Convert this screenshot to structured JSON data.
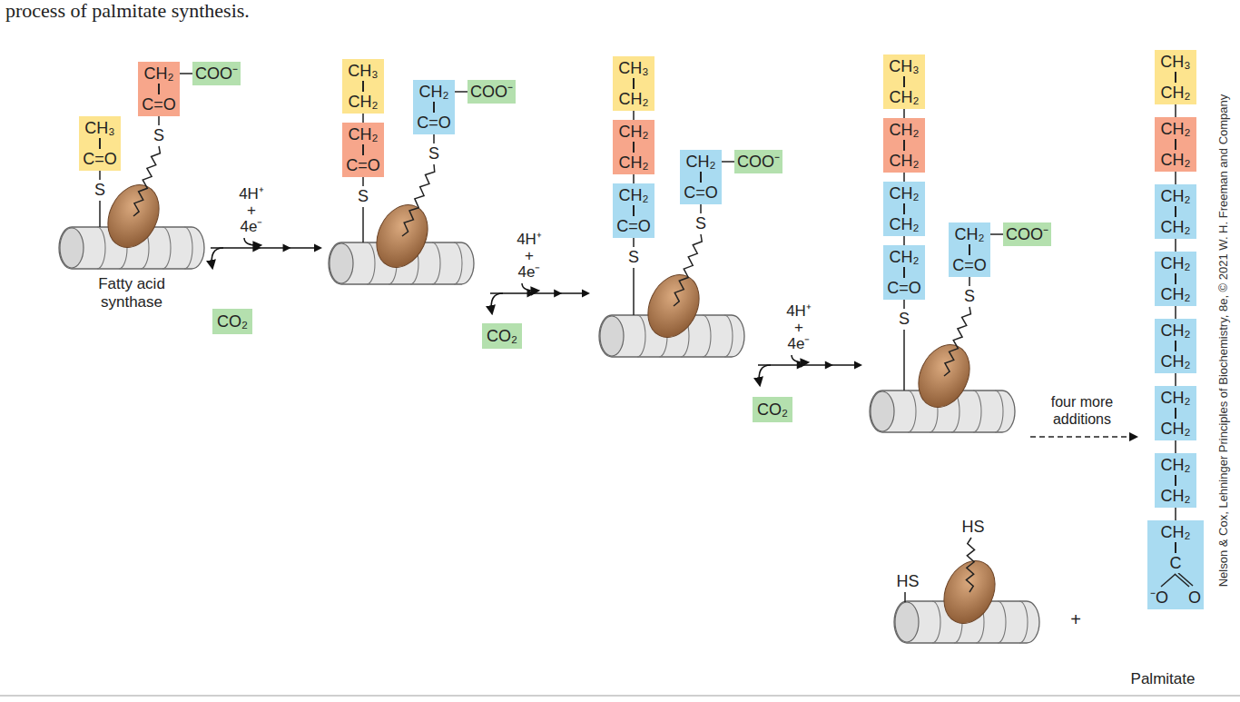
{
  "diagram": {
    "title": "process of palmitate synthesis.",
    "nodes": [
      {
        "text": [
          "CH₃",
          "C=O"
        ]
      },
      {
        "text": [
          "CH₂",
          "C=O"
        ]
      },
      {
        "text": [
          "COO⁻"
        ]
      },
      {
        "text": [
          "CO₂"
        ]
      },
      {
        "text": [
          "CH₃",
          "CH₂"
        ]
      },
      {
        "text": [
          "CH₂",
          "C=O"
        ]
      },
      {
        "text": [
          "CH₂",
          "C=O"
        ]
      },
      {
        "text": [
          "COO⁻"
        ]
      },
      {
        "text": [
          "CO₂"
        ]
      },
      {
        "text": [
          "CH₃",
          "CH₂"
        ]
      },
      {
        "text": [
          "CH₂",
          "CH₂"
        ]
      },
      {
        "text": [
          "CH₂",
          "C=O"
        ]
      },
      {
        "text": [
          "CH₂",
          "C=O"
        ]
      },
      {
        "text": [
          "COO⁻"
        ]
      },
      {
        "text": [
          "CO₂"
        ]
      },
      {
        "text": [
          "CH₃",
          "CH₂"
        ]
      },
      {
        "text": [
          "CH₂",
          "CH₂"
        ]
      },
      {
        "text": [
          "CH₂",
          "CH₂"
        ]
      },
      {
        "text": [
          "CH₂",
          "C=O"
        ]
      },
      {
        "text": [
          "CH₂",
          "C=O"
        ]
      },
      {
        "text": [
          "COO⁻"
        ]
      },
      {
        "text": [
          "CH₃",
          "CH₂"
        ]
      },
      {
        "text": [
          "CH₂",
          "CH₂"
        ]
      },
      {
        "text": [
          "CH₂",
          "CH₂"
        ]
      },
      {
        "text": [
          "CH₂",
          "CH₂"
        ]
      },
      {
        "text": [
          "CH₂",
          "CH₂"
        ]
      },
      {
        "text": [
          "CH₂",
          "CH₂"
        ]
      },
      {
        "text": [
          "CH₂",
          "CH₂"
        ]
      },
      {
        "text": [
          "CH₂",
          "C",
          "⁻O",
          "O"
        ]
      }
    ],
    "labels": [
      "S",
      "S",
      "Fatty acid synthase",
      "4H⁺ + 4e⁻",
      "S",
      "S",
      "4H⁺ + 4e⁻",
      "S",
      "S",
      "4H⁺ + 4e⁻",
      "S",
      "S",
      "four more additions",
      "HS",
      "HS",
      "+",
      "Palmitate",
      "Nelson & Cox, Lehninger Principles of Biochemistry, 8e, © 2021 W. H. Freeman and Company"
    ]
  }
}
